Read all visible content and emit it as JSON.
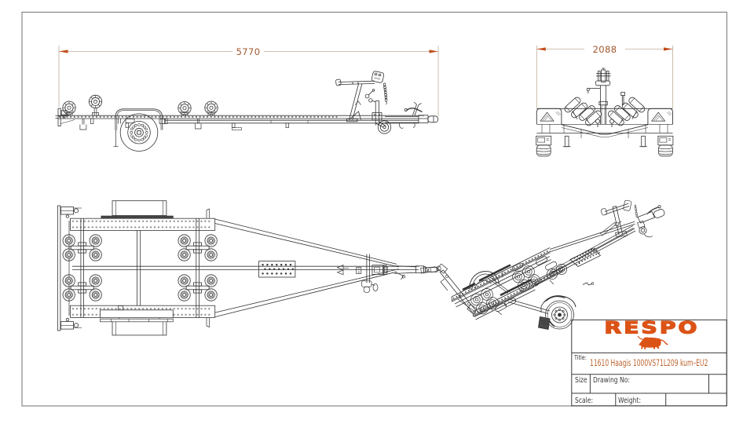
{
  "sheet": {
    "background": "#ffffff",
    "border_color": "#7d7d7d",
    "ink_color": "#333333"
  },
  "dimensions": {
    "color": "#a2582e",
    "line_color": "#c0ad97",
    "arrow_color": "#c24e1d",
    "overall_length": "5770",
    "overall_width": "2088"
  },
  "views": {
    "side_view": "side view",
    "front_view": "front view",
    "top_view": "top view",
    "isometric_view": "isometric view"
  },
  "title_block": {
    "logo_text": "RESPO",
    "logo_color": "#dc5316",
    "bull_icon": "bull-icon",
    "title_label": "Title:",
    "title_value": "11610 Haagis 1000VS71L209 kum–EU2",
    "size_label": "Size",
    "drawing_no_label": "Drawing No:",
    "scale_label": "Scale:",
    "weight_label": "Weight:"
  }
}
